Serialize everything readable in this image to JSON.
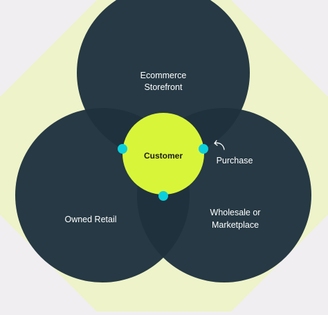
{
  "colors": {
    "page_background": "#f1eef1",
    "octagon_fill": "#eef3c9",
    "circle_fill": "#263944",
    "overlap_fill": "#1f313c",
    "center_fill": "#d9f53a",
    "connector_dot": "#0bd0dc",
    "label_text": "#ffffff",
    "center_text": "#1a1a1a"
  },
  "diagram": {
    "circles": {
      "top": {
        "line1": "Ecommerce",
        "line2": "Storefront"
      },
      "left": {
        "label": "Owned Retail"
      },
      "right": {
        "line1": "Wholesale or",
        "line2": "Marketplace"
      }
    },
    "center": {
      "label": "Customer"
    },
    "annotation": {
      "label": "Purchase",
      "icon": "curved-arrow-icon"
    }
  }
}
